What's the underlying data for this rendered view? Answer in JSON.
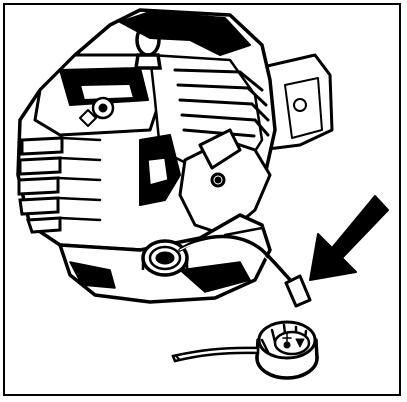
{
  "figure": {
    "kind": "technical line illustration",
    "subject": "engine-fuel-tank-cap-removed",
    "colors": {
      "ink": "#000000",
      "paper": "#ffffff",
      "shade": "#bfbfbf"
    },
    "callouts": [
      {
        "name": "callout-arrow",
        "points_to": "fuel-filler-neck"
      }
    ],
    "parts": [
      "engine-housing",
      "cooling-fins",
      "carrying-handle-ring",
      "fuel-tank",
      "fuel-filler-neck",
      "fuel-cap",
      "cap-tether-strap",
      "primer-line",
      "shaft-mount"
    ]
  }
}
